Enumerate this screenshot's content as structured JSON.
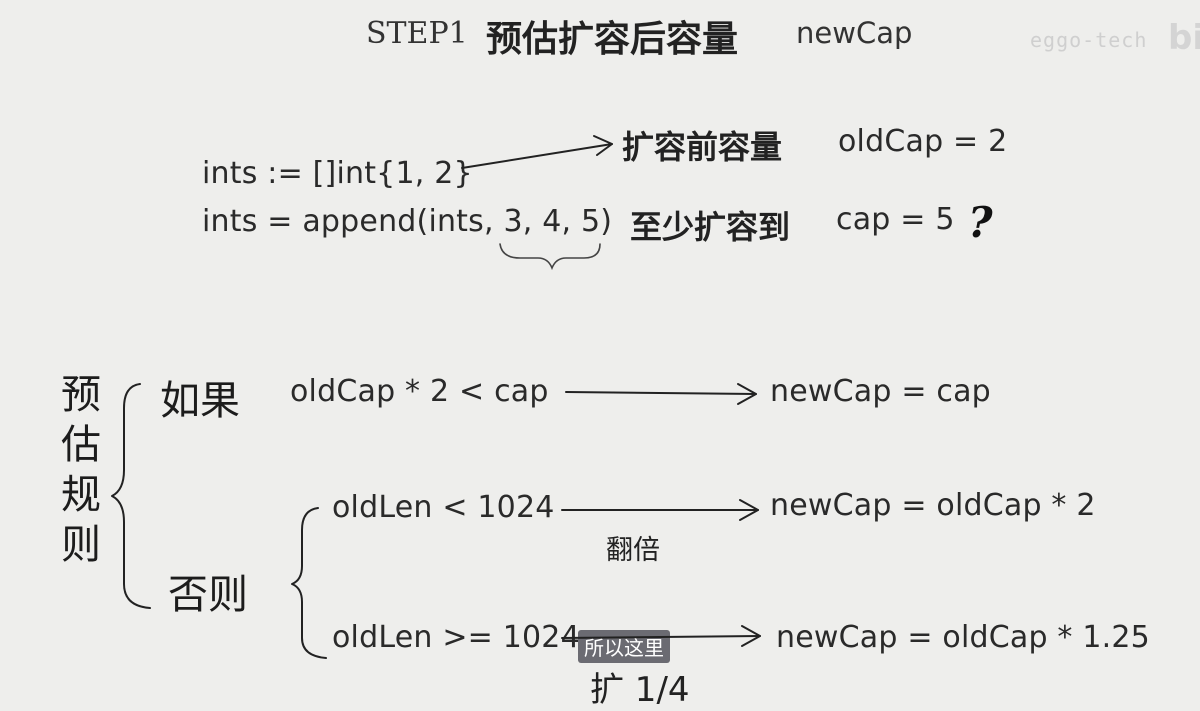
{
  "title": {
    "step": "STEP1",
    "heading": "预估扩容后容量",
    "var": "newCap"
  },
  "watermark": {
    "text": "eggo-tech",
    "logo": "bi"
  },
  "code": {
    "line1": "ints := []int{1, 2}",
    "line2": "ints = append(ints, 3, 4, 5)"
  },
  "notes": {
    "old_cap_label": "扩容前容量",
    "old_cap_expr": "oldCap = 2",
    "min_cap_label": "至少扩容到",
    "min_cap_expr": "cap = 5",
    "question": "?"
  },
  "rules": {
    "group_label": [
      "预",
      "估",
      "规",
      "则"
    ],
    "if_label": "如果",
    "if_cond": "oldCap * 2 < cap",
    "if_result": "newCap = cap",
    "else_label": "否则",
    "cond_a": "oldLen < 1024",
    "result_a": "newCap = oldCap * 2",
    "note_a": "翻倍",
    "cond_b": "oldLen >= 1024",
    "result_b": "newCap = oldCap * 1.25",
    "note_b": "扩 1/4"
  },
  "subtitle": "所以这里"
}
